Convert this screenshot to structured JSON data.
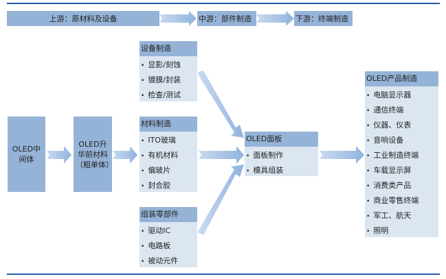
{
  "stages": [
    {
      "label": "上游：原材料及设备"
    },
    {
      "label": "中游：部件制造"
    },
    {
      "label": "下游：终端制造"
    }
  ],
  "intermediate": {
    "label": "OLED中间体"
  },
  "precursor": {
    "label": "OLED升华前材料（粗单体）"
  },
  "equipment": {
    "title": "设备制造",
    "items": [
      "显影/刻蚀",
      "镀膜/封装",
      "检查/测试"
    ]
  },
  "materials": {
    "title": "材料制造",
    "items": [
      "ITO玻璃",
      "有机材料",
      "偏玻片",
      "封合胶"
    ]
  },
  "components": {
    "title": "组装零部件",
    "items": [
      "驱动IC",
      "电路板",
      "被动元件"
    ]
  },
  "panel": {
    "title": "OLED面板",
    "items": [
      "面板制作",
      "模具组装"
    ]
  },
  "products": {
    "title": "OLED产品制造",
    "items": [
      "电脑显示器",
      "通信终端",
      "仪器、仪表",
      "音响设备",
      "工业制造终端",
      "车载显示屏",
      "消费类产品",
      "商业零售终端",
      "军工、航天",
      "照明"
    ]
  },
  "colors": {
    "header": "#95b3d7",
    "body": "#dce6f1",
    "arrow": "#9dbde3",
    "rule": "#1f5aa6"
  }
}
